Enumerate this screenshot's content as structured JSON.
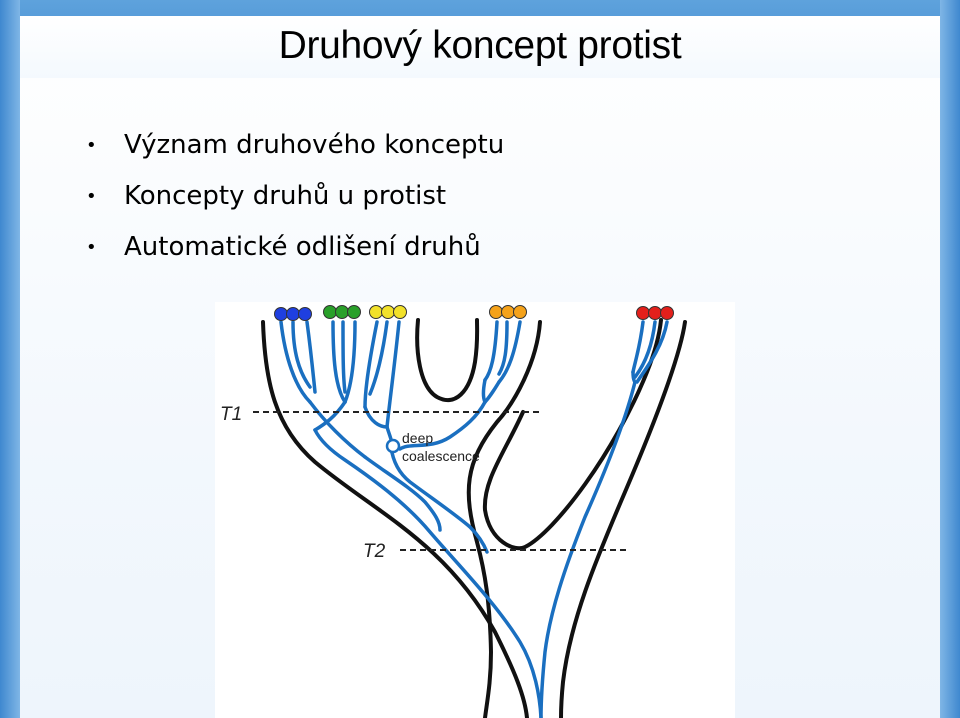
{
  "slide": {
    "title": "Druhový koncept protist",
    "bullets": [
      "Význam druhového konceptu",
      "Koncepty druhů u protist",
      "Automatické odlišení druhů"
    ],
    "bullet_symbol": "•"
  },
  "figure": {
    "time_labels": [
      "T1",
      "T2"
    ],
    "annotation_line1": "deep",
    "annotation_line2": "coalescence",
    "species_colors": [
      "#1f3fe0",
      "#2aa02a",
      "#f2e12a",
      "#f5a21a",
      "#e3201b"
    ],
    "gene_tree_color": "#1a6fc0",
    "species_tree_color": "#111111"
  }
}
